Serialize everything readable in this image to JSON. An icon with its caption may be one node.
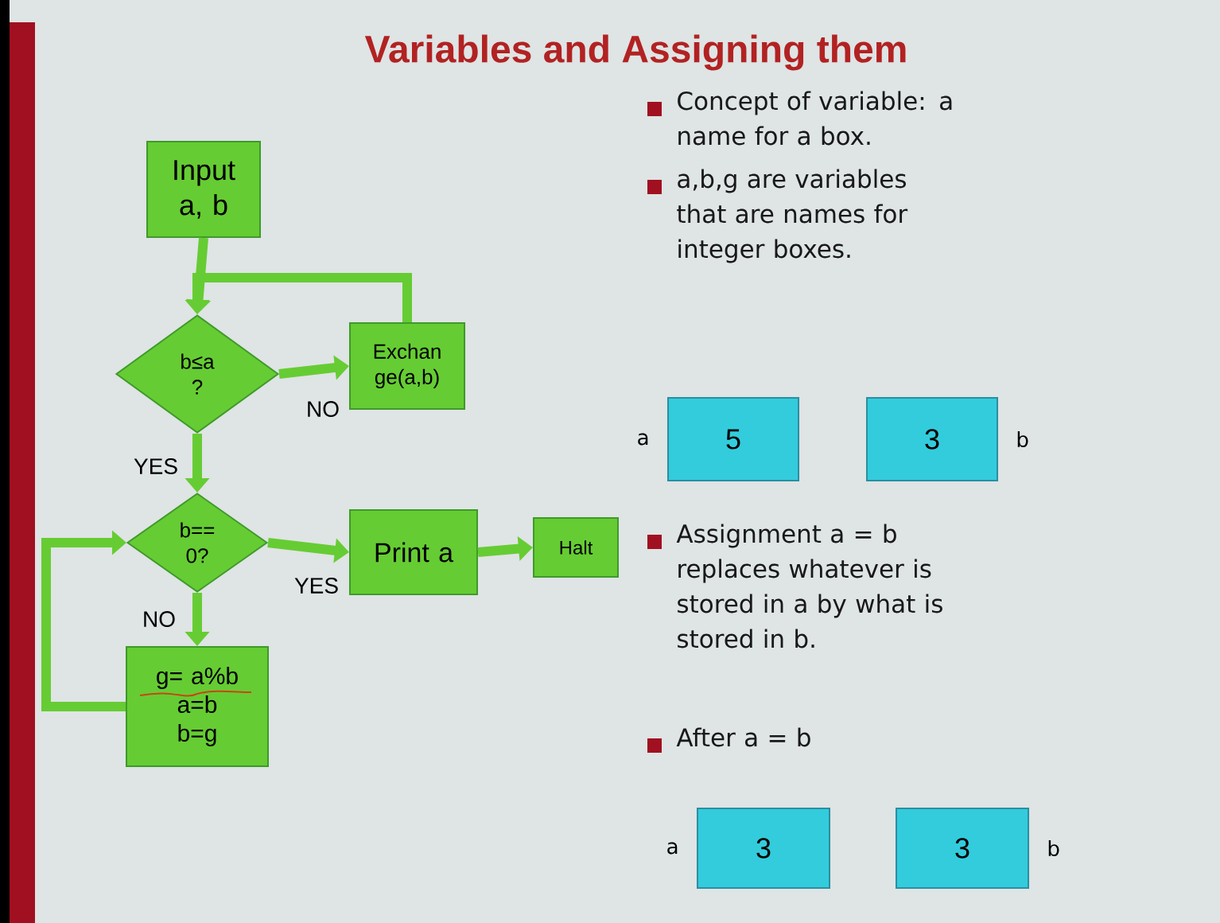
{
  "diagram": {
    "title": "Variables and Assigning them",
    "nodes": [
      {
        "text": [
          "Input a, b"
        ]
      },
      {
        "text": [
          "b≤a ?"
        ]
      },
      {
        "text": [
          "Exchan ge(a,b)"
        ]
      },
      {
        "text": [
          "b== 0?"
        ]
      },
      {
        "text": [
          "Print a"
        ]
      },
      {
        "text": [
          "Halt"
        ]
      },
      {
        "text": [
          "g= a%b",
          "a=b",
          "b=g"
        ]
      },
      {
        "text": [
          "5"
        ],
        "beside": [
          "a"
        ]
      },
      {
        "text": [
          "3"
        ],
        "beside": [
          "b"
        ]
      },
      {
        "text": [
          "3"
        ],
        "beside": [
          "a"
        ]
      },
      {
        "text": [
          "3"
        ],
        "beside": [
          "b"
        ]
      }
    ],
    "edges": [
      {
        "from": 0,
        "to": 1,
        "arrow": "to"
      },
      {
        "from": 1,
        "to": 2,
        "arrow": "to",
        "label": "NO"
      },
      {
        "from": 2,
        "to": 1,
        "arrow": "to"
      },
      {
        "from": 1,
        "to": 3,
        "arrow": "to",
        "label": "YES"
      },
      {
        "from": 3,
        "to": 4,
        "arrow": "to",
        "label": "YES"
      },
      {
        "from": 4,
        "to": 5,
        "arrow": "to"
      },
      {
        "from": 3,
        "to": 6,
        "arrow": "to",
        "label": "NO"
      },
      {
        "from": 6,
        "to": 3,
        "arrow": "to"
      }
    ],
    "labels": [
      "Concept of  variable: a name for a box.",
      "a,b,g are variables that are names for integer boxes.",
      "Assignment a = b replaces whatever is stored in a by what is stored in b.",
      "After  a = b"
    ]
  }
}
